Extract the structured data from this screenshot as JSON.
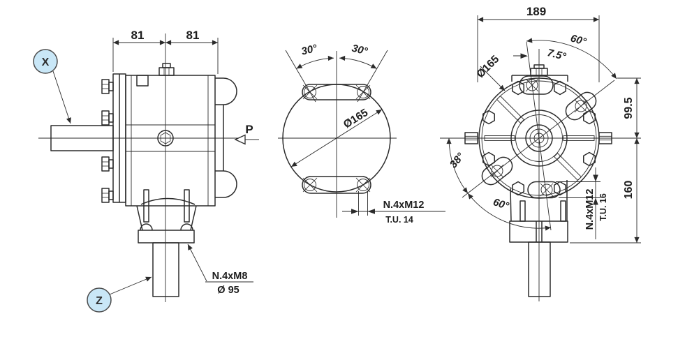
{
  "title": "Gearbox technical drawing - three views",
  "colors": {
    "line": "#2b2b2b",
    "balloon_fill": "#c9e7f7",
    "balloon_stroke": "#4a4a4a",
    "text": "#1d1d1d"
  },
  "balloons": {
    "x": "X",
    "z": "Z"
  },
  "side_view": {
    "dim_a": "81",
    "dim_b": "81",
    "p_label": "P",
    "note1": "N.4xM8",
    "note2": "Ø 95"
  },
  "top_view": {
    "angle_l": "30°",
    "angle_r": "30°",
    "dia": "Ø165",
    "note1": "N.4xM12",
    "note2": "T.U. 14"
  },
  "front_view": {
    "width": "189",
    "angle_top": "60°",
    "angle_small": "7.5°",
    "dia": "Ø165",
    "angle_left": "38°",
    "angle_bottom": "60°",
    "dim_upper": "99.5",
    "dim_lower": "160",
    "note1": "N.4xM12",
    "note2": "T.U. 16"
  }
}
